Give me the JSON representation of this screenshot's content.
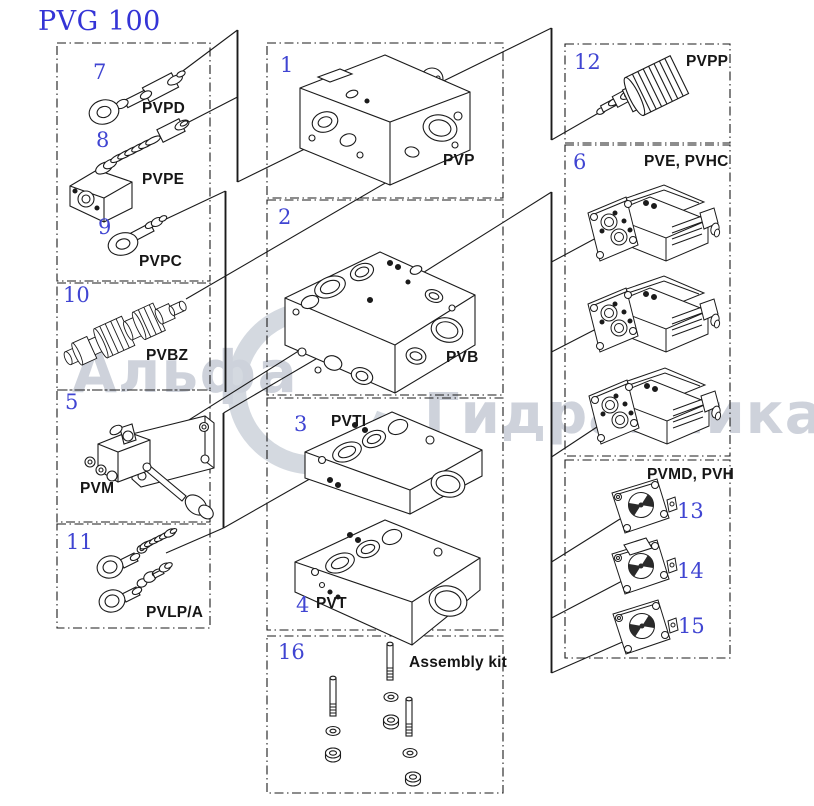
{
  "title": "PVG 100",
  "watermark": {
    "word_left": "Альфа",
    "word_right": "Гидравлика"
  },
  "colors": {
    "accent_blue": "#4045d2",
    "line": "#1b1b1b",
    "watermark_gray": "#c6cbd5"
  },
  "groups": {
    "pvpd": {
      "number": "7",
      "label": "PVPD"
    },
    "pvpe": {
      "number": "8",
      "label": "PVPE"
    },
    "pvpc": {
      "number": "9",
      "label": "PVPC"
    },
    "pvbz": {
      "number": "10",
      "label": "PVBZ"
    },
    "pvm": {
      "number": "5",
      "label": "PVM"
    },
    "pvlp": {
      "number": "11",
      "label": "PVLP/A"
    },
    "pvp": {
      "number": "1",
      "label": "PVP"
    },
    "pvb": {
      "number": "2",
      "label": "PVB"
    },
    "pvti": {
      "number": "3",
      "label": "PVTI"
    },
    "pvt": {
      "number": "4",
      "label": "PVT"
    },
    "kit": {
      "number": "16",
      "label": "Assembly kit"
    },
    "pvpp": {
      "number": "12",
      "label": "PVPP"
    },
    "pve": {
      "number": "6",
      "label": "PVE, PVHC"
    },
    "covers": {
      "label": "PVMD, PVH",
      "numbers": [
        "13",
        "14",
        "15"
      ]
    }
  }
}
